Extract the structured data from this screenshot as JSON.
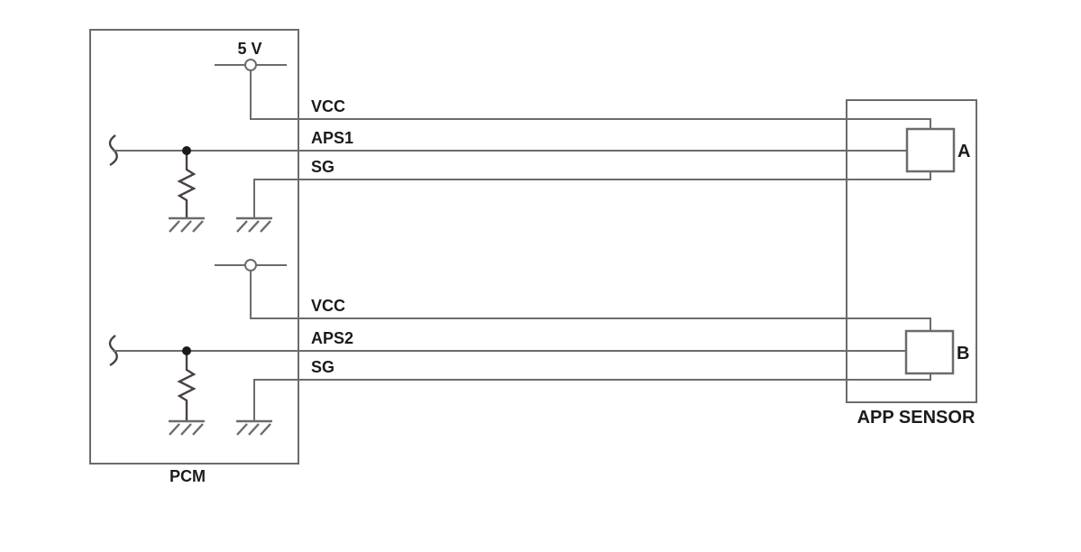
{
  "diagram": {
    "pcm": {
      "label": "PCM",
      "supply_label": "5 V"
    },
    "channel1": {
      "vcc_label": "VCC",
      "signal_label": "APS1",
      "ground_label": "SG"
    },
    "channel2": {
      "vcc_label": "VCC",
      "signal_label": "APS2",
      "ground_label": "SG"
    },
    "sensor": {
      "label": "APP SENSOR",
      "connector_a_label": "A",
      "connector_b_label": "B"
    }
  },
  "colors": {
    "background": "#ffffff",
    "line": "#6b6b6d",
    "dark": "#1d1a1b",
    "symbol": "#4a4144"
  }
}
